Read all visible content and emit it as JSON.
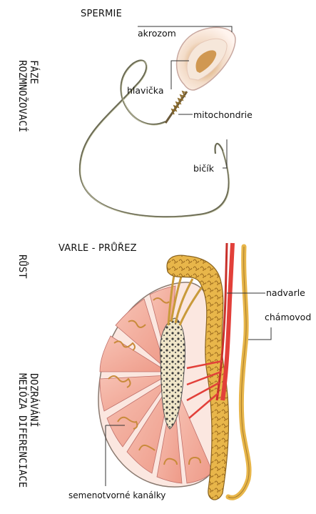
{
  "sperm_section": {
    "title": "SPERMIE",
    "labels": {
      "acrosome": "akrozom",
      "head": "hlavička",
      "mitochondria": "mitochondrie",
      "flagellum": "bičík"
    }
  },
  "testis_section": {
    "title": "VARLE - PRŮŘEZ",
    "labels": {
      "epididymis": "nadvarle",
      "vas_deferens": "chámovod",
      "tubules": "semenotvorné kanálky"
    }
  },
  "side_labels": {
    "phase_line1": "FÁZE",
    "phase_line2": "ROZMNOŽOVACÍ",
    "growth": "RŮST",
    "maturation_line1": "DOZRÁVÁNÍ",
    "maturation_line2": "MEIÓZA DIFERENCIACE"
  },
  "colors": {
    "tubule_pink": "#f2a99a",
    "tubule_yellow": "#e8b64a",
    "vessel_red": "#e2403a",
    "outline": "#333333"
  }
}
